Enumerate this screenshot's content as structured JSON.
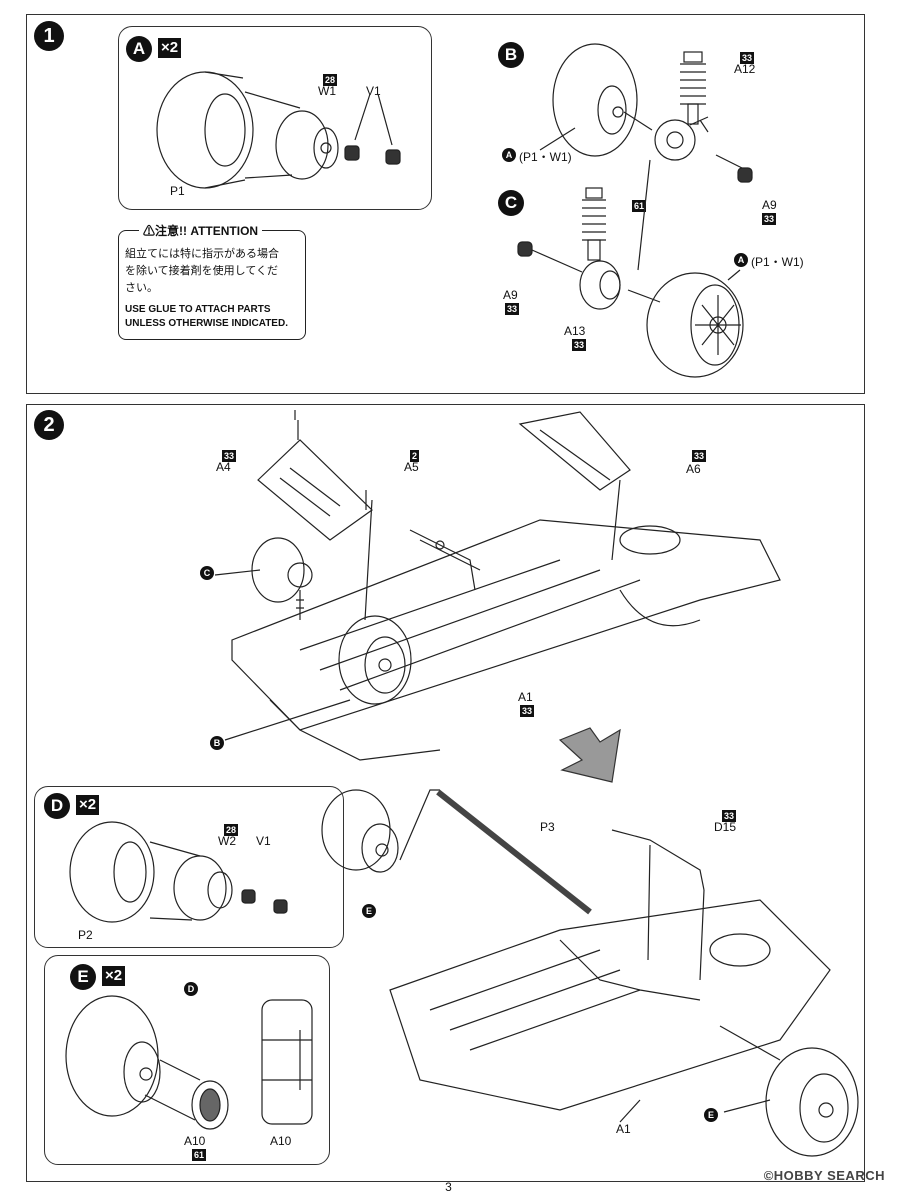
{
  "page_number": "3",
  "watermark": "©HOBBY SEARCH",
  "step1": {
    "number": "1",
    "sub_a": {
      "letter": "A",
      "multiplier": "×2",
      "labels": {
        "w1_tag": "28",
        "w1": "W1",
        "v1": "V1",
        "p1": "P1"
      }
    },
    "attention": {
      "title": "⚠注意!! ATTENTION",
      "jp_lines": [
        "組立てには特に指示がある場合",
        "を除いて接着剤を使用してくだ",
        "さい。"
      ],
      "en_lines": [
        "USE GLUE TO ATTACH PARTS",
        "UNLESS OTHERWISE INDICATED."
      ]
    },
    "sub_b": {
      "letter": "B",
      "labels": {
        "a12_tag": "33",
        "a12": "A12",
        "ref": "(P1・W1)",
        "ref_letter": "A",
        "a9": "A9",
        "a9_tag": "33",
        "tag61": "61"
      }
    },
    "sub_c": {
      "letter": "C",
      "labels": {
        "a9": "A9",
        "a9_tag": "33",
        "a13": "A13",
        "a13_tag": "33",
        "ref": "(P1・W1)",
        "ref_letter": "A"
      }
    }
  },
  "step2": {
    "number": "2",
    "labels": {
      "a4_tag": "33",
      "a4": "A4",
      "a5_tag": "2",
      "a5": "A5",
      "a6_tag": "33",
      "a6": "A6",
      "a1": "A1",
      "a1_tag": "33",
      "c": "C",
      "b": "B",
      "p3": "P3",
      "d15_tag": "33",
      "d15": "D15",
      "e1": "E",
      "e2": "E",
      "a1b": "A1"
    },
    "sub_d": {
      "letter": "D",
      "multiplier": "×2",
      "labels": {
        "w2_tag": "28",
        "w2": "W2",
        "v1": "V1",
        "p2": "P2"
      }
    },
    "sub_e": {
      "letter": "E",
      "multiplier": "×2",
      "labels": {
        "d": "D",
        "a10": "A10",
        "a10_tag": "61",
        "a10b": "A10"
      }
    }
  }
}
